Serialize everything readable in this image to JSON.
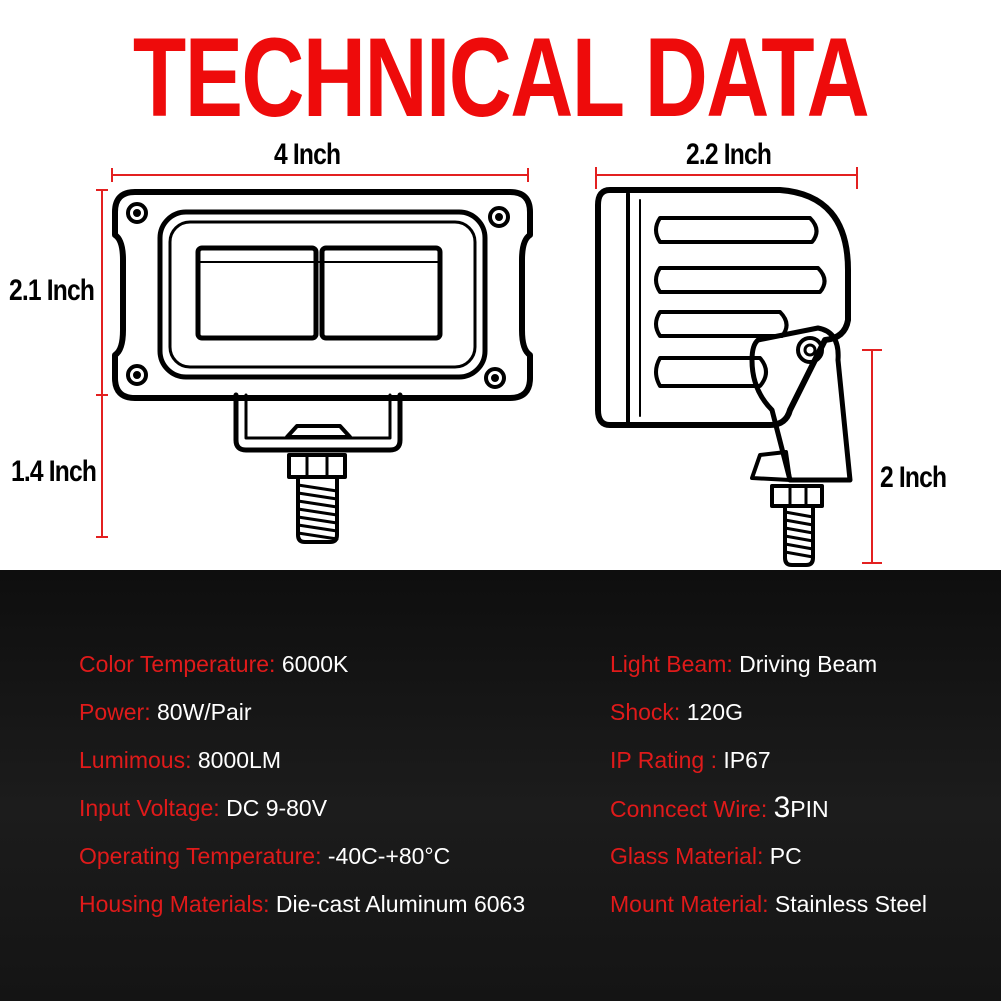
{
  "title": "TECHNICAL DATA",
  "dimensions": {
    "front_width": "4 Inch",
    "side_width": "2.2 Inch",
    "front_height": "2.1 Inch",
    "bracket_height": "1.4 Inch",
    "side_height": "2 Inch"
  },
  "specs_left": [
    {
      "key": "Color Temperature:",
      "value": "6000K"
    },
    {
      "key": "Power:",
      "value": "80W/Pair"
    },
    {
      "key": "Lumimous:",
      "value": "8000LM"
    },
    {
      "key": "Input Voltage:",
      "value": "DC 9-80V"
    },
    {
      "key": "Operating Temperature:",
      "value": "-40C-+80°C"
    },
    {
      "key": "Housing Materials:",
      "value": "Die-cast Aluminum 6063"
    }
  ],
  "specs_right": [
    {
      "key": "Light Beam:",
      "value": "Driving Beam"
    },
    {
      "key": "Shock:",
      "value": "120G"
    },
    {
      "key": "IP Rating :",
      "value": "IP67"
    },
    {
      "key": "Conncect Wire:",
      "value_big": "3",
      "value": "PIN"
    },
    {
      "key": "Glass Material:",
      "value": "PC"
    },
    {
      "key": "Mount Material:",
      "value": "Stainless Steel"
    }
  ],
  "colors": {
    "title_red": "#ee0b0b",
    "dimension_red": "#e32020",
    "spec_key_red": "#e01a1a",
    "spec_value": "#ffffff",
    "panel_background": "#141414"
  }
}
